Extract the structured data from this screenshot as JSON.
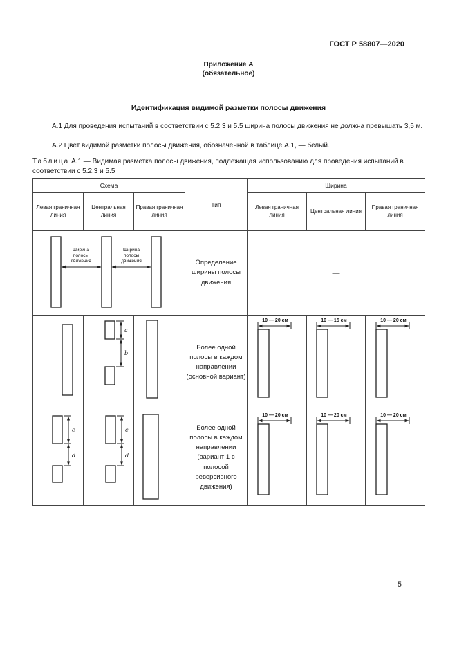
{
  "header": {
    "doc_number": "ГОСТ Р 58807—2020"
  },
  "annex": {
    "title": "Приложение А",
    "subtitle": "(обязательное)"
  },
  "section_title": "Идентификация видимой разметки полосы движения",
  "paragraphs": {
    "a1": "А.1 Для проведения испытаний в соответствии с 5.2.3 и 5.5 ширина полосы движения не должна превышать 3,5 м.",
    "a2": "А.2 Цвет видимой разметки полосы движения, обозначенной в таблице А.1, — белый."
  },
  "table_caption": {
    "word": "Таблица",
    "num": "А.1 —",
    "text": "Видимая разметка полосы движения, подлежащая использованию для проведения испытаний в соответствии с 5.2.3 и 5.5"
  },
  "table": {
    "schema_header": "Схема",
    "type_header": "Тип",
    "width_header": "Ширина",
    "subcols": [
      "Левая граничная линия",
      "Центральная линия",
      "Правая граничная линия"
    ],
    "rows": [
      {
        "type": "Определение ширины полосы движения",
        "width_value": "—"
      },
      {
        "type": "Более одной полосы в каждом направлении (основной вариант)",
        "widths": [
          "10 — 20 см",
          "10 — 15 см",
          "10 — 20 см"
        ],
        "dims": [
          "a",
          "b"
        ]
      },
      {
        "type": "Более одной полосы в каждом направлении (вариант 1 с полосой реверсивного движения)",
        "widths": [
          "10 — 20 см",
          "10 — 20 см",
          "10 — 20 см"
        ],
        "dims": [
          "c",
          "d"
        ]
      }
    ]
  },
  "diagrams": {
    "lane_width_label": [
      "Ширина",
      "полосы",
      "движения"
    ]
  },
  "footer": {
    "page_number": "5"
  }
}
